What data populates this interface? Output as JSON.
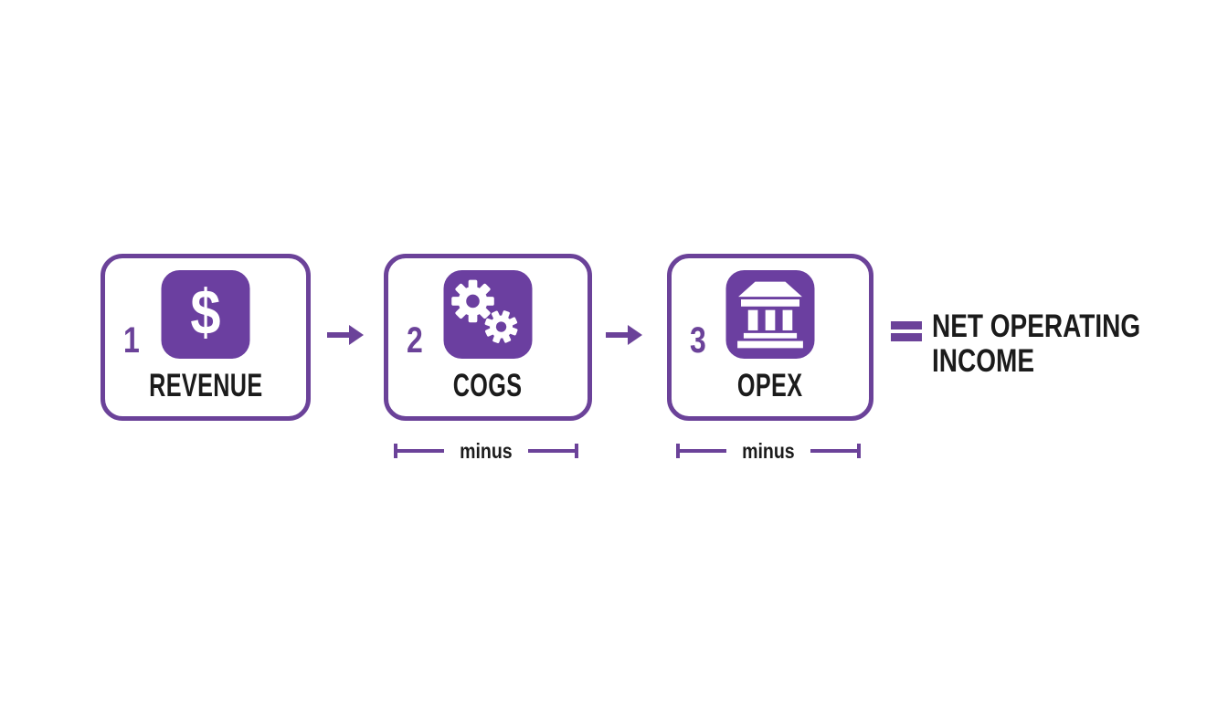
{
  "diagram": {
    "steps": [
      {
        "number": "1",
        "label": "REVENUE",
        "icon": "dollar-icon",
        "glyph": "$"
      },
      {
        "number": "2",
        "label": "COGS",
        "icon": "gears-icon"
      },
      {
        "number": "3",
        "label": "OPEX",
        "icon": "bank-icon"
      }
    ],
    "operators": [
      {
        "label": "minus"
      },
      {
        "label": "minus"
      }
    ],
    "result": {
      "label": "NET OPERATING INCOME",
      "lines": {
        "l1": "NET OPERATING",
        "l2": "INCOME"
      }
    },
    "colors": {
      "purple_fill": "#6b3fa0",
      "purple_stroke": "#6b4299",
      "text": "#1b1b1b",
      "background": "#ffffff"
    }
  }
}
